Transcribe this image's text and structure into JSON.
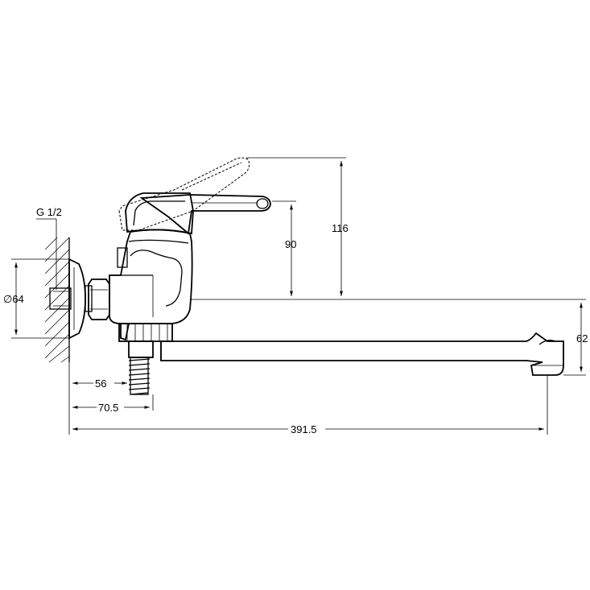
{
  "drawing": {
    "labels": {
      "thread": "G 1/2",
      "diameter": "∅64",
      "handle_height": "90",
      "lever_height": "116",
      "spout_height": "62",
      "outlet_offset": "56",
      "hose_offset": "70.5",
      "spout_length": "391.5"
    }
  }
}
